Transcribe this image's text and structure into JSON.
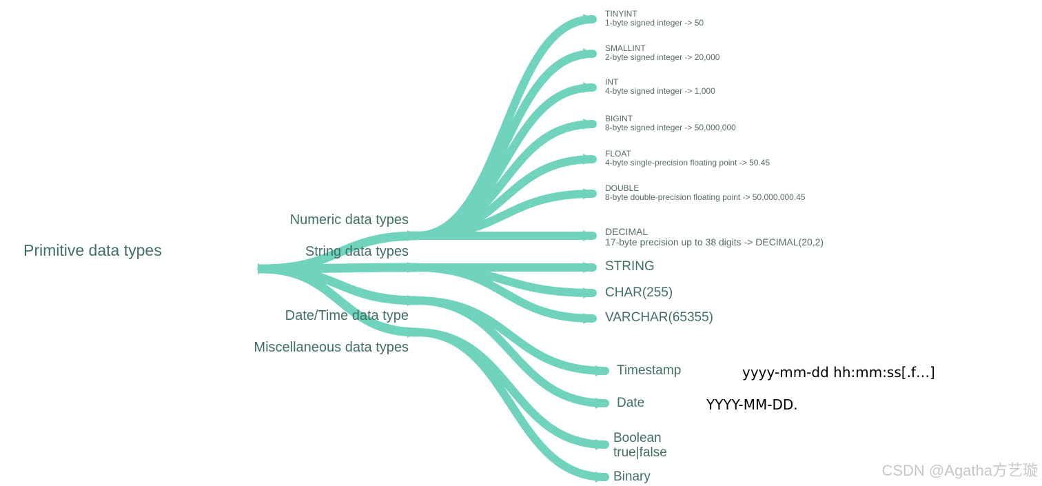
{
  "root": {
    "label": "Primitive data types"
  },
  "groups": [
    {
      "label": "Numeric data types"
    },
    {
      "label": "String data types"
    },
    {
      "label": "Date/Time data type"
    },
    {
      "label": "Miscellaneous data types"
    }
  ],
  "numeric_leaves": [
    {
      "name": "TINYINT",
      "desc": "1-byte signed integer -> 50"
    },
    {
      "name": "SMALLINT",
      "desc": "2-byte signed integer -> 20,000"
    },
    {
      "name": "INT",
      "desc": "4-byte signed integer -> 1,000"
    },
    {
      "name": "BIGINT",
      "desc": "8-byte signed integer -> 50,000,000"
    },
    {
      "name": "FLOAT",
      "desc": "4-byte single-precision floating point -> 50.45"
    },
    {
      "name": "DOUBLE",
      "desc": "8-byte double-precision floating point -> 50,000,000.45"
    },
    {
      "name": "DECIMAL",
      "desc": "17-byte precision up to 38 digits -> DECIMAL(20,2)"
    }
  ],
  "string_leaves": [
    {
      "name": "STRING"
    },
    {
      "name": "CHAR(255)"
    },
    {
      "name": "VARCHAR(65355)"
    }
  ],
  "datetime_leaves": [
    {
      "name": "Timestamp",
      "note": "yyyy-mm-dd hh:mm:ss[.f…]"
    },
    {
      "name": "Date",
      "note": "YYYY-MM-DD."
    }
  ],
  "misc_leaves": [
    {
      "name": "Boolean",
      "desc": "true|false"
    },
    {
      "name": "Binary"
    }
  ],
  "watermark": "CSDN @Agatha方艺璇",
  "colors": {
    "branch": "#6fd3bd",
    "label": "#3f6f66"
  }
}
